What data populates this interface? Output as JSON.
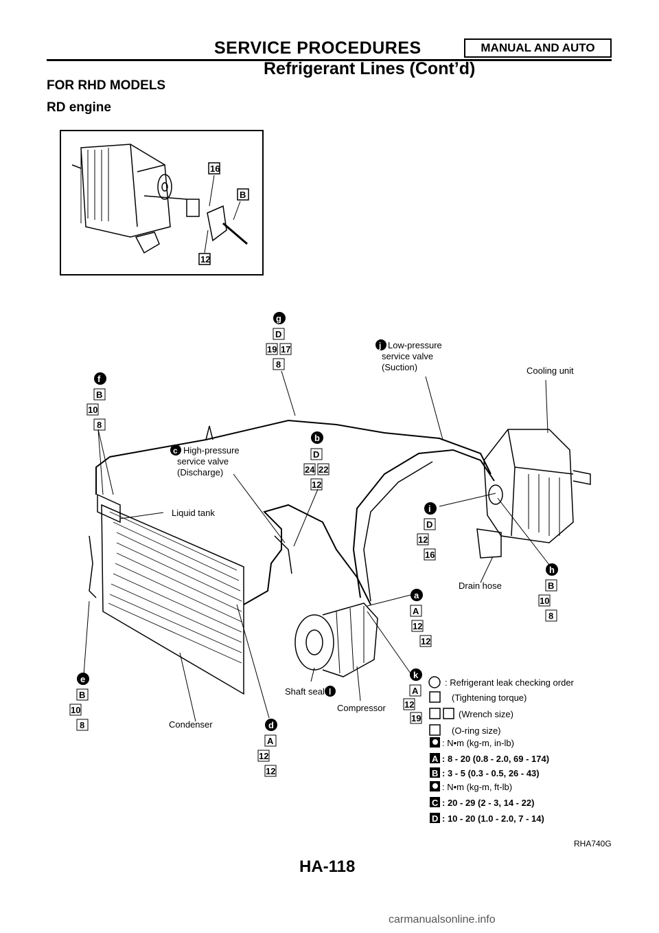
{
  "header": {
    "title": "SERVICE PROCEDURES",
    "badge": "MANUAL AND AUTO",
    "subtitle": "Refrigerant Lines (Cont’d)"
  },
  "section": {
    "heading": "FOR RHD MODELS",
    "subheading": "RD engine"
  },
  "inset": {
    "codes": [
      "16",
      "B",
      "12"
    ]
  },
  "callouts": {
    "g": {
      "letter": "g",
      "codes": [
        "D",
        "19",
        "17",
        "8"
      ]
    },
    "j": {
      "letter": "j",
      "text": [
        "Low-pressure",
        "service valve",
        "(Suction)"
      ]
    },
    "cooling": "Cooling unit",
    "f": {
      "letter": "f",
      "codes": [
        "B",
        "10",
        "8"
      ]
    },
    "c": {
      "letter": "c",
      "text": [
        "High-pressure",
        "service valve",
        "(Discharge)"
      ]
    },
    "b": {
      "letter": "b",
      "codes": [
        "D",
        "24",
        "22",
        "12"
      ]
    },
    "liquid": "Liquid tank",
    "i": {
      "letter": "i",
      "codes": [
        "D",
        "12",
        "16"
      ]
    },
    "h": {
      "letter": "h",
      "codes": [
        "B",
        "10",
        "8"
      ]
    },
    "drain": "Drain hose",
    "a": {
      "letter": "a",
      "codes": [
        "A",
        "12",
        "12"
      ]
    },
    "e": {
      "letter": "e",
      "codes": [
        "B",
        "10",
        "8"
      ]
    },
    "k": {
      "letter": "k",
      "codes": [
        "A",
        "12",
        "19"
      ]
    },
    "shaft": "Shaft seal",
    "shaft_letter": "l",
    "compressor": "Compressor",
    "condenser": "Condenser",
    "d": {
      "letter": "d",
      "codes": [
        "A",
        "12",
        "12"
      ]
    }
  },
  "legend": [
    {
      "key": "circle",
      "text": ": Refrigerant leak checking order"
    },
    {
      "key": "square",
      "text": "(Tightening torque)"
    },
    {
      "key": "two-squares",
      "text": "(Wrench size)"
    },
    {
      "key": "square",
      "text": "(O-ring size)"
    },
    {
      "key": "torque-icon",
      "text": ": N•m (kg-m, in-lb)"
    },
    {
      "key": "A",
      "text": ": 8 - 20 (0.8 - 2.0, 69 - 174)"
    },
    {
      "key": "B",
      "text": ": 3 - 5 (0.3 - 0.5, 26 - 43)"
    },
    {
      "key": "torque-icon",
      "text": ": N•m (kg-m, ft-lb)"
    },
    {
      "key": "C",
      "text": ": 20 - 29 (2 - 3, 14 - 22)"
    },
    {
      "key": "D",
      "text": ": 10 - 20 (1.0 - 2.0, 7 - 14)"
    }
  ],
  "figure_code": "RHA740G",
  "page_number": "HA-118",
  "watermark": "carmanualsonline.info"
}
